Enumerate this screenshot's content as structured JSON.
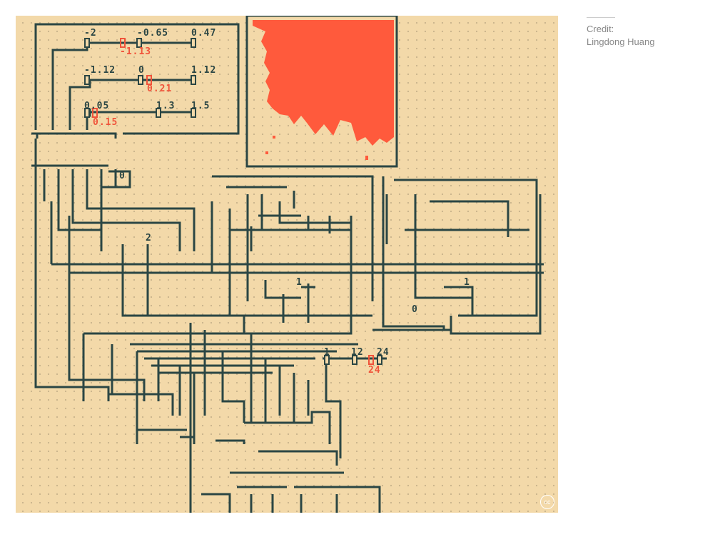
{
  "credit": {
    "label": "Credit:",
    "author": "Lingdong Huang"
  },
  "cc_badge": "cc",
  "colors": {
    "background": "#f3d9a9",
    "wire": "#2b4644",
    "accent": "#f0533a"
  },
  "sliders": [
    {
      "min": "-2",
      "mid": "-0.65",
      "max": "0.47",
      "value": "-1.13"
    },
    {
      "min": "-1.12",
      "mid": "0",
      "max": "1.12",
      "value": "0.21"
    },
    {
      "min": "0.05",
      "mid": "1.3",
      "max": "1.5",
      "value": "0.15"
    },
    {
      "min": "1",
      "mid": "12",
      "max": "24",
      "value": "24"
    }
  ],
  "node_labels": [
    "0",
    "2",
    "1",
    "1",
    "0"
  ],
  "output": {
    "type": "fractal-plot",
    "fill": "#ff5a3c"
  }
}
